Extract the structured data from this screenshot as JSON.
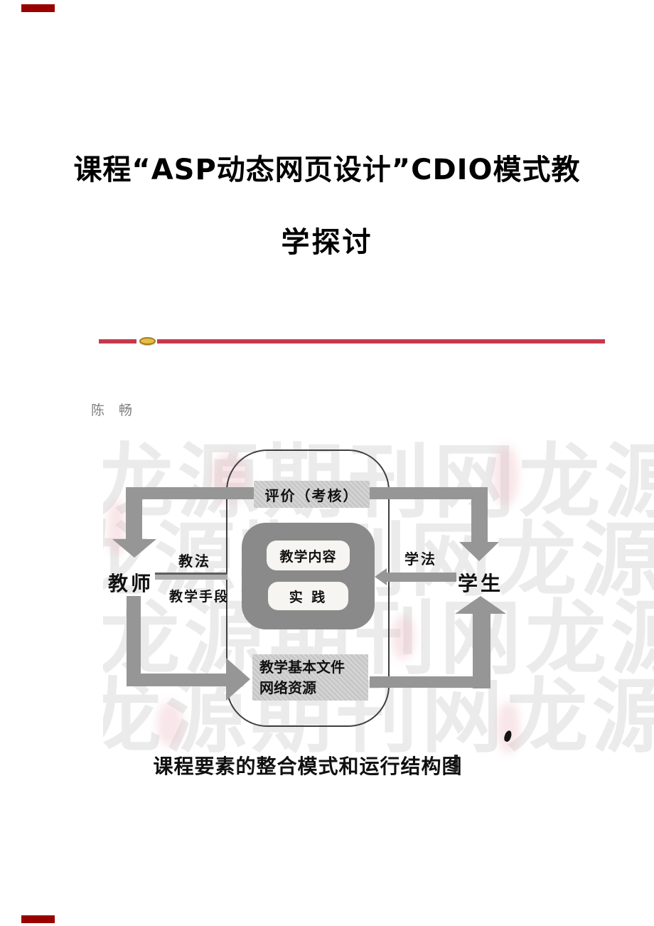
{
  "title": {
    "line1": "课程“ASP动态网页设计”CDIO模式教",
    "line2": "学探讨"
  },
  "author": {
    "name": "陈 畅"
  },
  "divider": {
    "line_color": "#c6394b",
    "ellipse_fill": "#e7bd45",
    "ellipse_border": "#a07d1f"
  },
  "corner_marks": {
    "color": "#990000"
  },
  "figure": {
    "watermark_text": "龙源期刊网龙源期刊网",
    "caption": "课程要素的整合模式和运行结构图",
    "nodes": {
      "evaluation": "评价（考核）",
      "teaching_content": "教学内容",
      "practice": "实 践",
      "basic_files": "教学基本文件",
      "network_resources": "网络资源"
    },
    "labels": {
      "teacher": "教师",
      "student": "学生",
      "teaching_method": "教法",
      "teaching_means": "教学手段",
      "learning_method": "学法"
    },
    "colors": {
      "arrow_band": "#969696",
      "core_box": "#8a8a8a",
      "light_box": "#c7c7c7",
      "frame_border": "#3f3f3f",
      "watermark": "#ebebeb"
    }
  }
}
